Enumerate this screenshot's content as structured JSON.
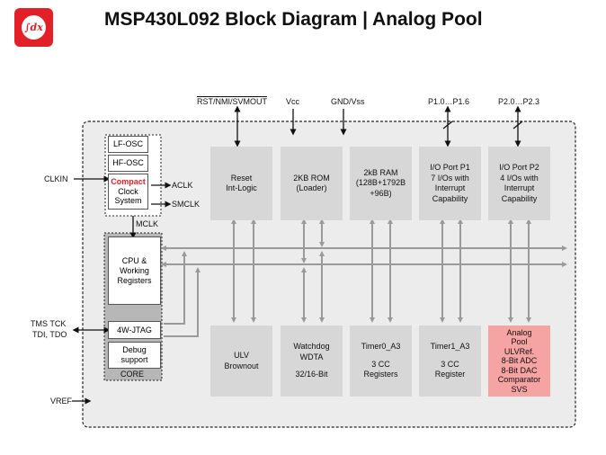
{
  "header": {
    "logo_text": "∫dx",
    "title": "MSP430L092 Block Diagram | Analog Pool"
  },
  "signals": {
    "rst": "RST/NMI/SVMOUT",
    "vcc": "Vcc",
    "gnd": "GND/Vss",
    "p1": "P1.0…P1.6",
    "p2": "P2.0…P2.3",
    "clkin": "CLKIN",
    "aclk": "ACLK",
    "smclk": "SMCLK",
    "mclk": "MCLK",
    "jtag_pins_1": "TMS TCK",
    "jtag_pins_2": "TDI, TDO",
    "vref": "VREF"
  },
  "clock_system": {
    "lf_osc": "LF-OSC",
    "hf_osc": "HF-OSC",
    "compact": "Compact",
    "line2": "Clock",
    "line3": "System"
  },
  "core": {
    "cpu": [
      "CPU &",
      "Working",
      "Registers"
    ],
    "jtag": "4W-JTAG",
    "debug": [
      "Debug",
      "support"
    ],
    "label": "CORE"
  },
  "top_blocks": [
    {
      "lines": [
        "Reset",
        "Int-Logic"
      ]
    },
    {
      "lines": [
        "2KB ROM",
        "(Loader)"
      ]
    },
    {
      "lines": [
        "2kB RAM",
        "(128B+1792B",
        "+96B)"
      ]
    },
    {
      "lines": [
        "I/O Port P1",
        "7 I/Os with",
        "Interrupt",
        "Capability"
      ]
    },
    {
      "lines": [
        "I/O Port P2",
        "4 I/Os with",
        "Interrupt",
        "Capability"
      ]
    }
  ],
  "bottom_blocks": [
    {
      "lines": [
        "ULV",
        "Brownout"
      ]
    },
    {
      "lines": [
        "Watchdog",
        "WDTA",
        "",
        "32/16-Bit"
      ]
    },
    {
      "lines": [
        "Timer0_A3",
        "",
        "3 CC",
        "Registers"
      ]
    },
    {
      "lines": [
        "Timer1_A3",
        "",
        "3 CC",
        "Register"
      ]
    },
    {
      "lines": [
        "Analog",
        "Pool",
        "ULVRef.",
        "8-Bit ADC",
        "8-Bit DAC",
        "Comparator",
        "SVS"
      ]
    }
  ],
  "colors": {
    "brand_red": "#e32027",
    "block_gray": "#d7d7d7",
    "analog_pink": "#f5a3a3",
    "chip_bg": "#ececec",
    "bus_gray": "#a0a0a0"
  }
}
